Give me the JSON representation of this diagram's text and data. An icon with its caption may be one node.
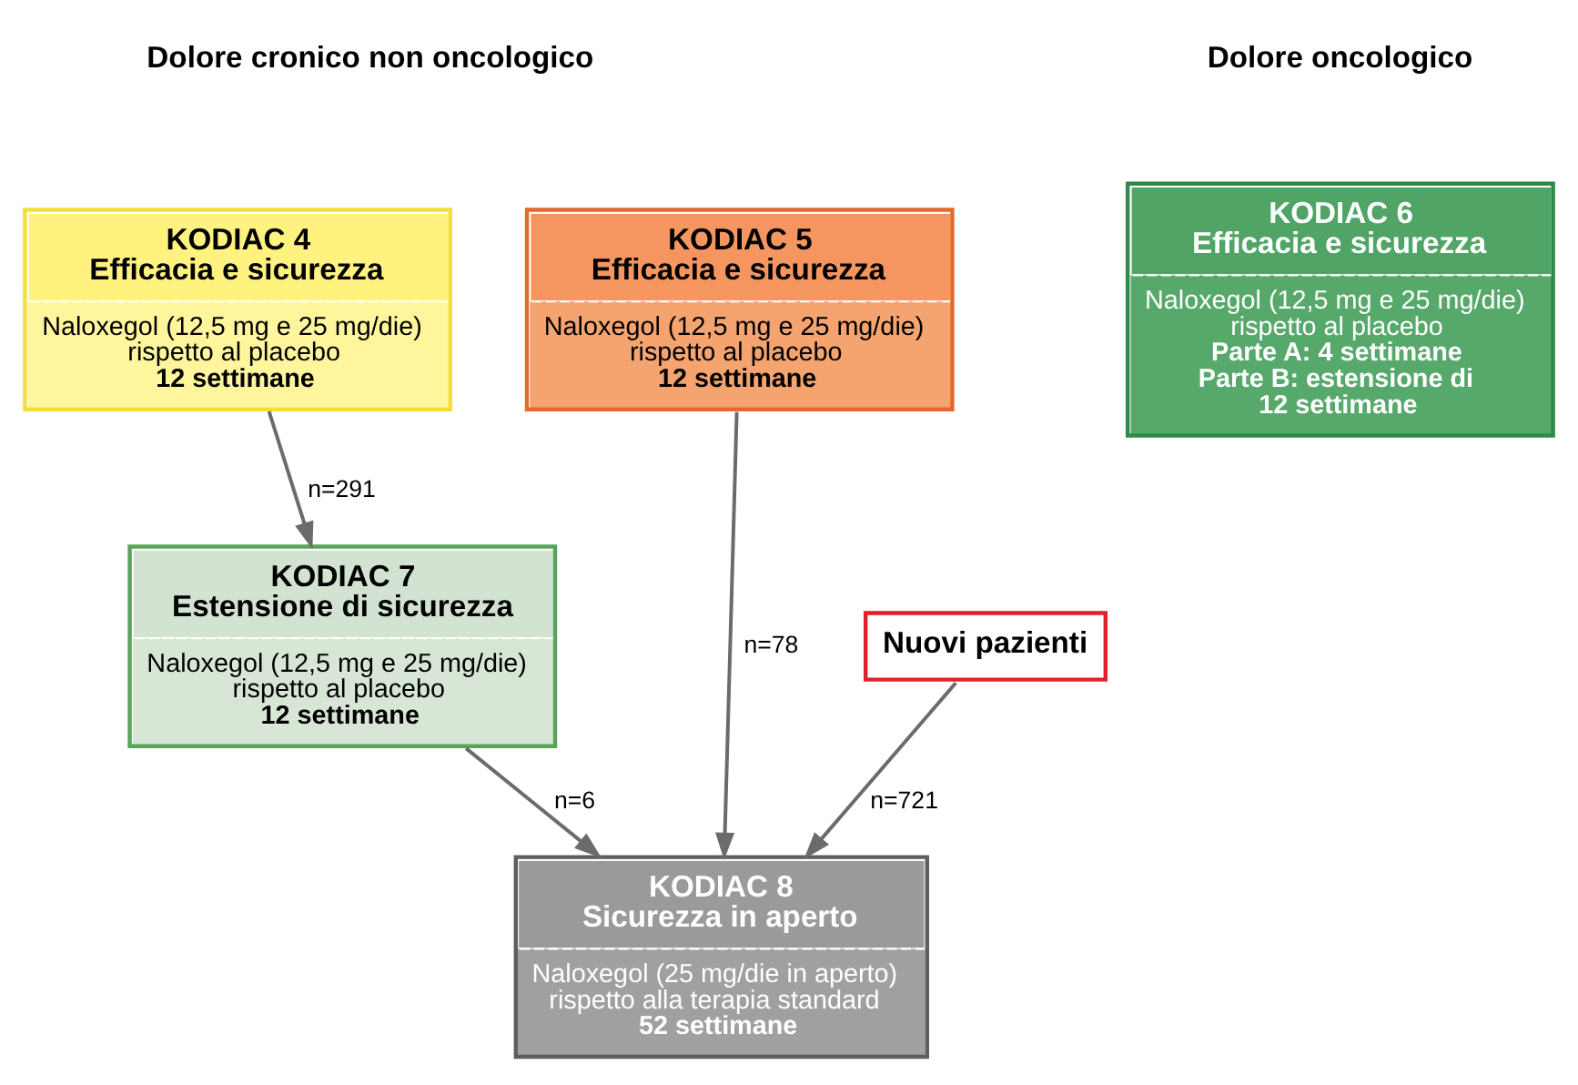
{
  "diagram": {
    "nodes": [
      {
        "text": [
          "KODIAC 4 Efficacia e sicurezza",
          "Naloxegol (12,5 mg e 25 mg/die) rispetto al placebo **12 settimane**"
        ]
      },
      {
        "text": [
          "KODIAC 5 Efficacia e sicurezza",
          "Naloxegol (12,5 mg e 25 mg/die) rispetto al placebo **12 settimane**"
        ]
      },
      {
        "text": [
          "KODIAC 6 Efficacia e sicurezza",
          "Naloxegol (12,5 mg e 25 mg/die) rispetto al placebo **Parte A: 4 settimane** **Parte B: estensione di 12 settimane**"
        ]
      },
      {
        "text": [
          "KODIAC 7 Estensione di sicurezza",
          "Naloxegol (12,5 mg e 25 mg/die) rispetto al placebo **12 settimane**"
        ]
      },
      {
        "text": [
          "Nuovi pazienti"
        ]
      },
      {
        "text": [
          "KODIAC 8 Sicurezza in aperto",
          "Naloxegol (25 mg/die in aperto) rispetto alla terapia standard **52 settimane**"
        ]
      }
    ],
    "edges": [
      {
        "from": 0,
        "to": 3,
        "arrow": "to",
        "label": "n=291"
      },
      {
        "from": 1,
        "to": 5,
        "arrow": "to",
        "label": "n=78"
      },
      {
        "from": 4,
        "to": 5,
        "arrow": "to",
        "label": "n=721"
      },
      {
        "from": 3,
        "to": 5,
        "arrow": "to",
        "label": "n=6"
      }
    ],
    "labels": [
      "Dolore cronico non oncologico",
      "Dolore oncologico"
    ]
  }
}
